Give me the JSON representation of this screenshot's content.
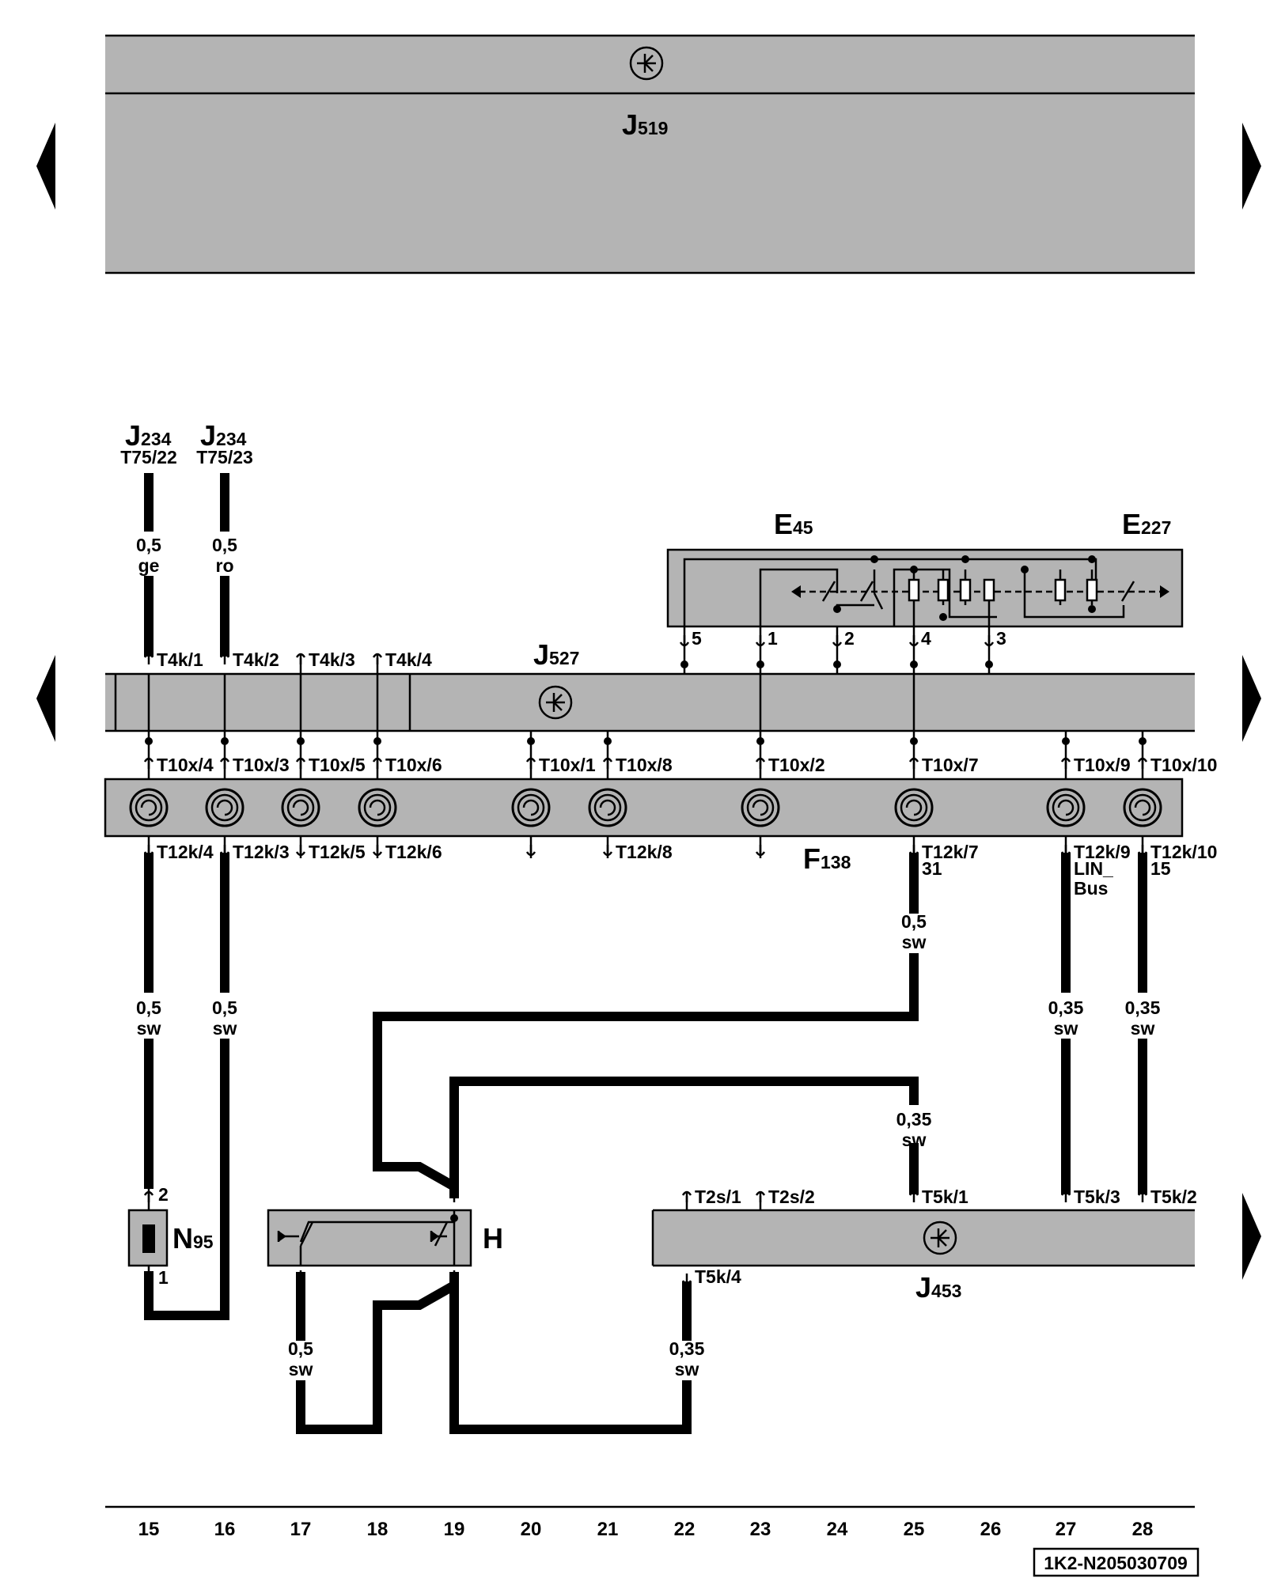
{
  "colors": {
    "box_fill": "#b4b4b4",
    "line": "#000000",
    "background": "#ffffff"
  },
  "icons": [
    "arrow-left-icon",
    "arrow-right-icon",
    "ground-symbol-icon",
    "fuse-icon",
    "switch-icon",
    "resistor-icon"
  ],
  "components": {
    "j519": {
      "letter": "J",
      "number": "519"
    },
    "j527": {
      "letter": "J",
      "number": "527"
    },
    "j234_a": {
      "letter": "J",
      "number": "234",
      "pin": "T75/22"
    },
    "j234_b": {
      "letter": "J",
      "number": "234",
      "pin": "T75/23"
    },
    "e45": {
      "letter": "E",
      "number": "45"
    },
    "e227": {
      "letter": "E",
      "number": "227"
    },
    "f138": {
      "letter": "F",
      "number": "138"
    },
    "n95": {
      "letter": "N",
      "number": "95"
    },
    "h": {
      "letter": "H"
    },
    "j453": {
      "letter": "J",
      "number": "453"
    }
  },
  "connectors": {
    "t4k": [
      "T4k/1",
      "T4k/2",
      "T4k/3",
      "T4k/4"
    ],
    "t10x": [
      "T10x/4",
      "T10x/3",
      "T10x/5",
      "T10x/6",
      "T10x/1",
      "T10x/8",
      "T10x/2",
      "T10x/7",
      "T10x/9",
      "T10x/10"
    ],
    "t12k": [
      "T12k/4",
      "T12k/3",
      "T12k/5",
      "T12k/6",
      "T12k/8",
      "T12k/7",
      "T12k/9",
      "T12k/10"
    ],
    "t12k_notes": {
      "k7": "31",
      "k9_line1": "LIN_",
      "k9_line2": "Bus",
      "k10": "15"
    },
    "e45_pins": [
      "5",
      "1",
      "2",
      "4",
      "3"
    ],
    "n95_pins": {
      "top": "2",
      "bottom": "1"
    },
    "j453_top": [
      "T2s/1",
      "T2s/2",
      "T5k/1",
      "T5k/3",
      "T5k/2"
    ],
    "j453_bottom": "T5k/4"
  },
  "wires": {
    "w1": {
      "size": "0,5",
      "color": "ge"
    },
    "w2": {
      "size": "0,5",
      "color": "ro"
    },
    "w3": {
      "size": "0,5",
      "color": "sw"
    },
    "w4": {
      "size": "0,5",
      "color": "sw"
    },
    "w5": {
      "size": "0,5",
      "color": "sw"
    },
    "w6": {
      "size": "0,35",
      "color": "sw"
    },
    "w7": {
      "size": "0,35",
      "color": "sw"
    },
    "w8": {
      "size": "0,35",
      "color": "sw"
    },
    "w9": {
      "size": "0,5",
      "color": "sw"
    },
    "w10": {
      "size": "0,35",
      "color": "sw"
    }
  },
  "columns": [
    "15",
    "16",
    "17",
    "18",
    "19",
    "20",
    "21",
    "22",
    "23",
    "24",
    "25",
    "26",
    "27",
    "28"
  ],
  "diagram_id": "1K2-N205030709"
}
